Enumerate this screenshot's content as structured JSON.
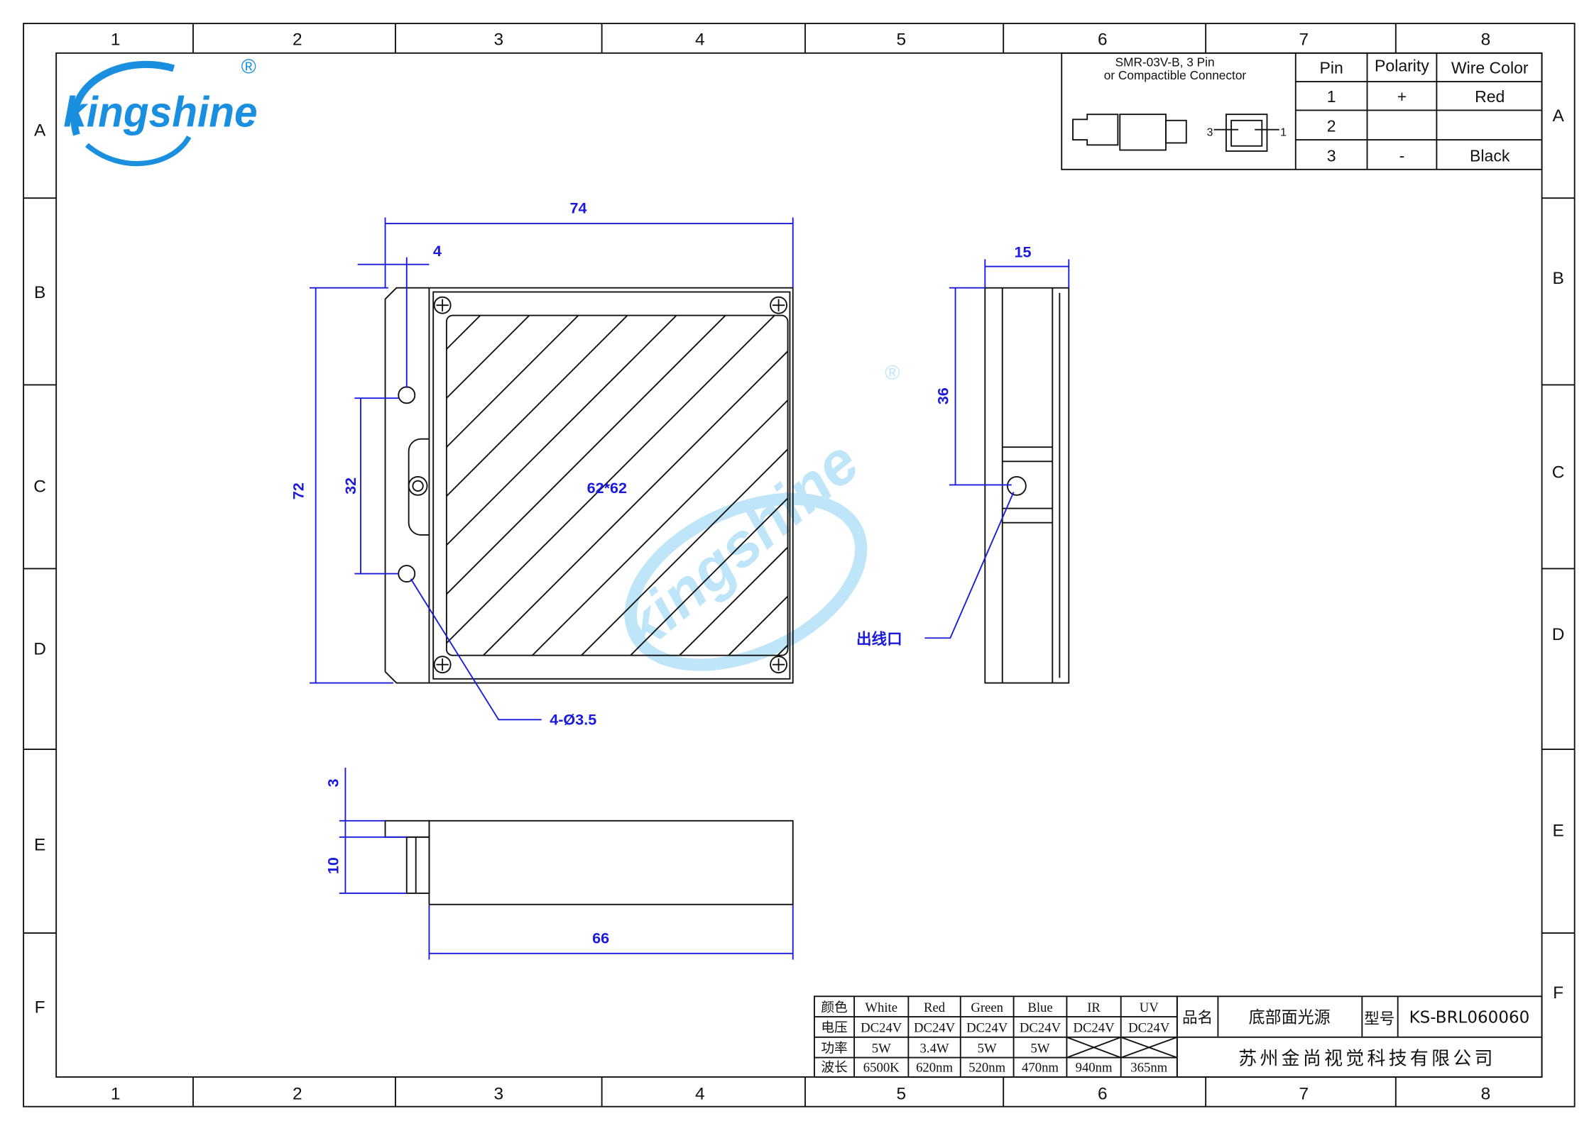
{
  "grid": {
    "columns": [
      "1",
      "2",
      "3",
      "4",
      "5",
      "6",
      "7",
      "8"
    ],
    "rows": [
      "A",
      "B",
      "C",
      "D",
      "E",
      "F"
    ]
  },
  "logo": {
    "text": "kingshine",
    "registered": "®"
  },
  "watermark": {
    "text": "kingshine",
    "registered": "®"
  },
  "connector": {
    "title_line1": "SMR-03V-B, 3 Pin",
    "title_line2": "or Compactible Connector",
    "pin_label_left": "3",
    "pin_label_right": "1",
    "headers": [
      "Pin",
      "Polarity",
      "Wire Color"
    ],
    "rows": [
      [
        "1",
        "+",
        "Red"
      ],
      [
        "2",
        "",
        ""
      ],
      [
        "3",
        "-",
        "Black"
      ]
    ]
  },
  "dimensions": {
    "width": "74",
    "flange": "4",
    "height": "72",
    "hole_spacing": "32",
    "window": "62*62",
    "holes": "4-Ø3.5",
    "depth": "15",
    "outlet_offset": "36",
    "outlet_label": "出线口",
    "tab_thickness": "3",
    "body_thickness": "10",
    "body_length": "66"
  },
  "spec_table": {
    "rows": [
      [
        "颜色",
        "White",
        "Red",
        "Green",
        "Blue",
        "IR",
        "UV"
      ],
      [
        "电压",
        "DC24V",
        "DC24V",
        "DC24V",
        "DC24V",
        "DC24V",
        "DC24V"
      ],
      [
        "功率",
        "5W",
        "3.4W",
        "5W",
        "5W",
        "",
        ""
      ],
      [
        "波长",
        "6500K",
        "620nm",
        "520nm",
        "470nm",
        "940nm",
        "365nm"
      ]
    ]
  },
  "title_block": {
    "name_label": "品名",
    "name": "底部面光源",
    "model_label": "型号",
    "model": "KS-BRL060060",
    "company": "苏州金尚视觉科技有限公司"
  }
}
